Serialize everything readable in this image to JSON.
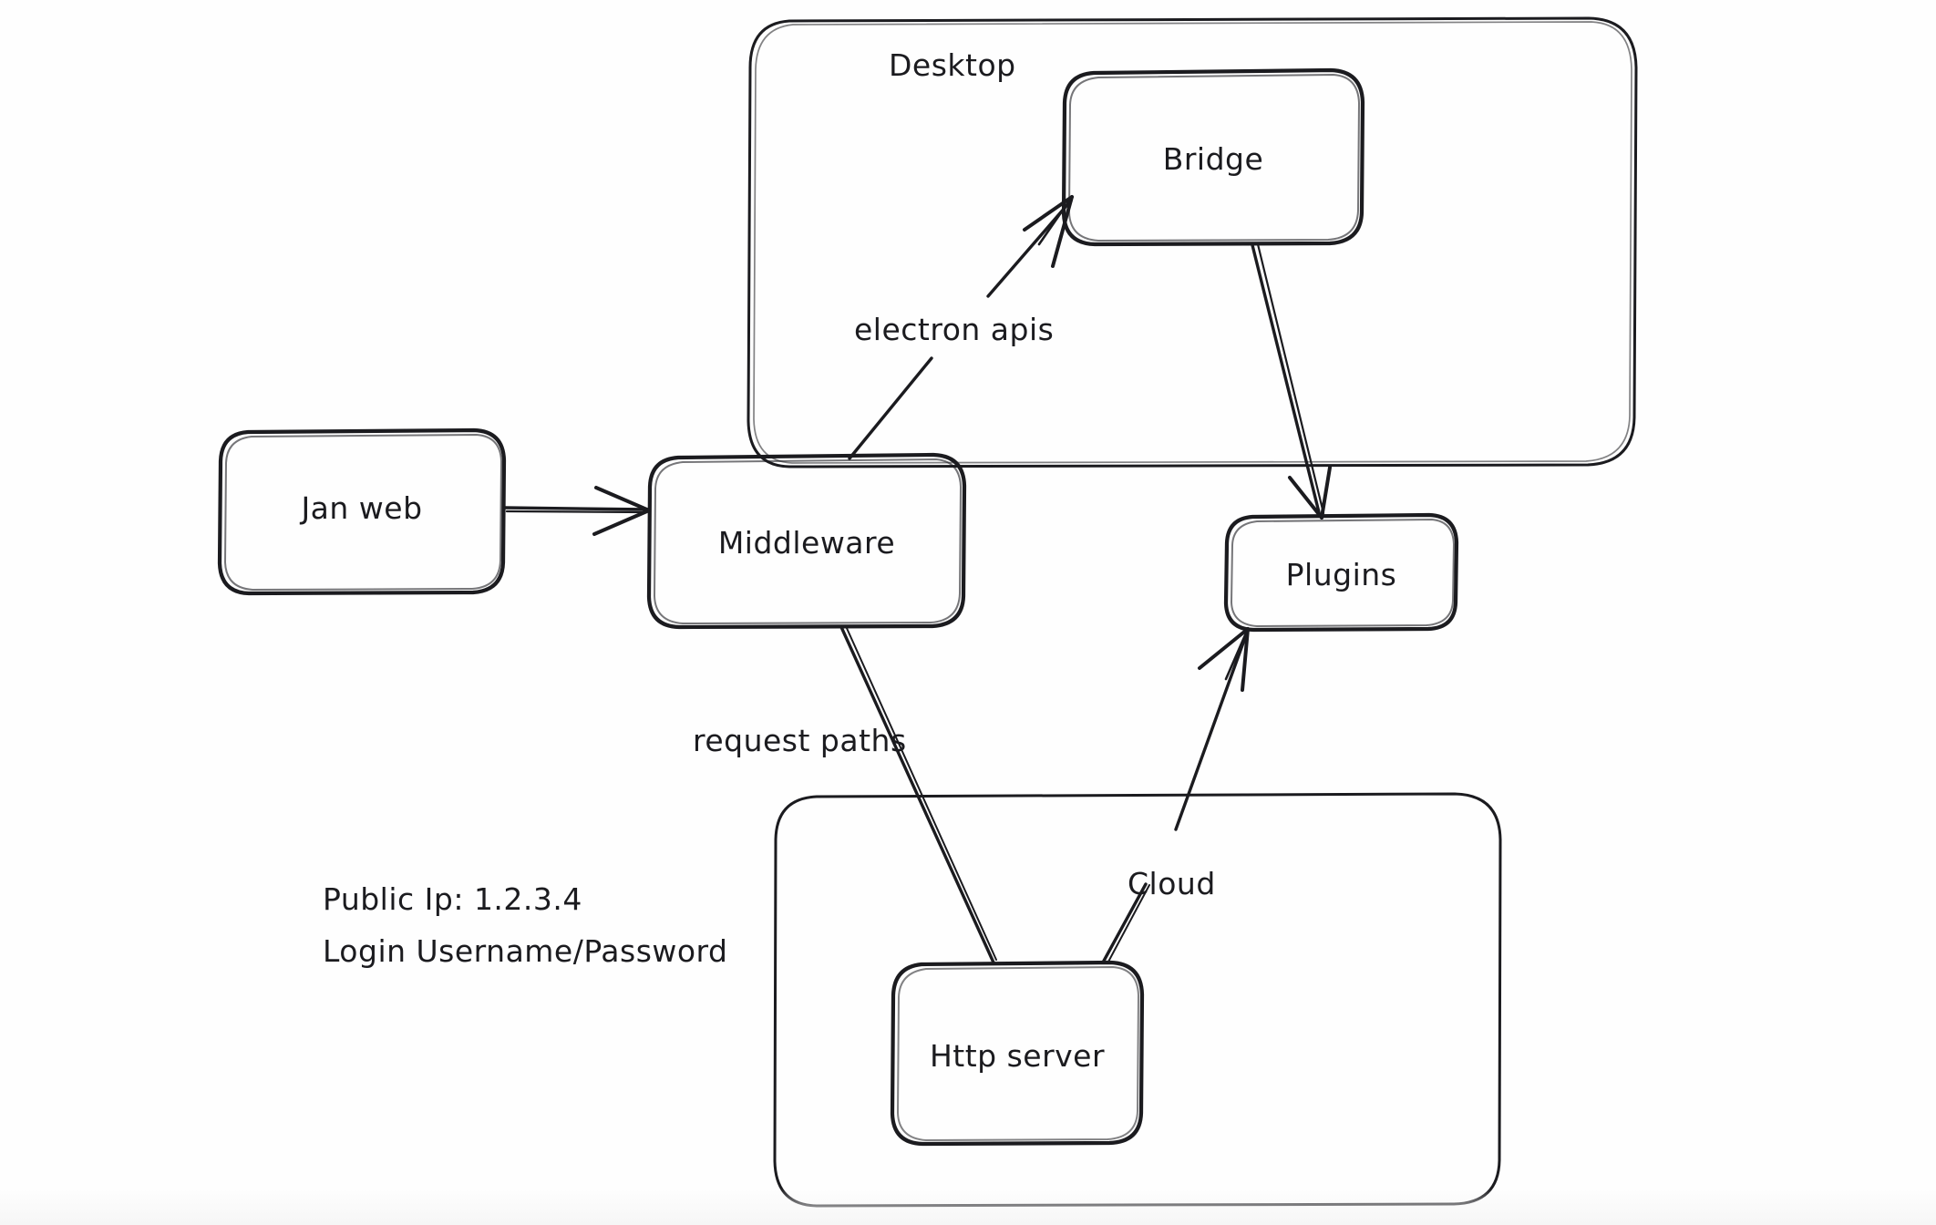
{
  "diagram": {
    "title": "Jan architecture diagram",
    "style": "hand-drawn whiteboard sketch",
    "background_color": "#fefefe",
    "stroke_color": "#1b1b1f",
    "groups": [
      {
        "id": "desktop",
        "label": "Desktop",
        "contains": [
          "bridge"
        ]
      },
      {
        "id": "cloud",
        "label": "",
        "contains": [
          "http-server"
        ]
      }
    ],
    "nodes": [
      {
        "id": "jan-web",
        "label": "Jan web"
      },
      {
        "id": "middleware",
        "label": "Middleware"
      },
      {
        "id": "bridge",
        "label": "Bridge"
      },
      {
        "id": "plugins",
        "label": "Plugins"
      },
      {
        "id": "http-server",
        "label": "Http server"
      }
    ],
    "edges": [
      {
        "id": "janweb-middleware",
        "from": "jan-web",
        "to": "middleware",
        "label": "",
        "arrow": true
      },
      {
        "id": "middleware-bridge",
        "from": "middleware",
        "to": "bridge",
        "label": "electron apis",
        "arrow": true
      },
      {
        "id": "bridge-plugins",
        "from": "bridge",
        "to": "plugins",
        "label": "",
        "arrow": true
      },
      {
        "id": "middleware-http",
        "from": "middleware",
        "to": "http-server",
        "label": "request paths",
        "arrow": false
      },
      {
        "id": "http-plugins",
        "from": "http-server",
        "to": "plugins",
        "label": "Cloud",
        "arrow": true
      }
    ],
    "notes": {
      "public_ip": "Public Ip: 1.2.3.4",
      "login": "Login Username/Password"
    }
  }
}
